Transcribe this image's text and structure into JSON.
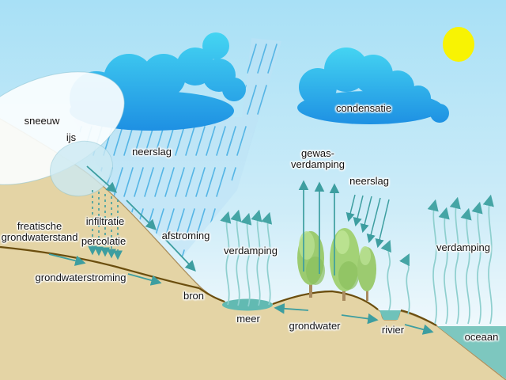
{
  "labels": {
    "sneeuw": "sneeuw",
    "ijs": "ijs",
    "neerslag_left": "neerslag",
    "condensatie": "condensatie",
    "gewas_verdamping_line1": "gewas-",
    "gewas_verdamping_line2": "verdamping",
    "neerslag_right": "neerslag",
    "freatische_line1": "freatische",
    "freatische_line2": "grondwaterstand",
    "infiltratie": "infiltratie",
    "percolatie": "percolatie",
    "afstroming": "afstroming",
    "verdamping_meer": "verdamping",
    "grondwaterstroming": "grondwaterstroming",
    "bron": "bron",
    "meer": "meer",
    "grondwater": "grondwater",
    "rivier": "rivier",
    "verdamping_oceaan": "verdamping",
    "oceaan": "oceaan"
  },
  "colors": {
    "sky_top": "#a8e0f6",
    "sky_bottom": "#f2fafd",
    "ground": "#e4d4a5",
    "ground_edge": "#a1814b",
    "water": "#6fc2ba",
    "ocean": "#7dc7bf",
    "water_table": "#6b4e0e",
    "arrow": "#3d9ea0",
    "rain": "#55b5e5",
    "evaporation_line": "#8ecfce",
    "cloud_top": "#44d4f2",
    "cloud_bottom": "#1d8ee2",
    "sun": "#f8f303"
  }
}
